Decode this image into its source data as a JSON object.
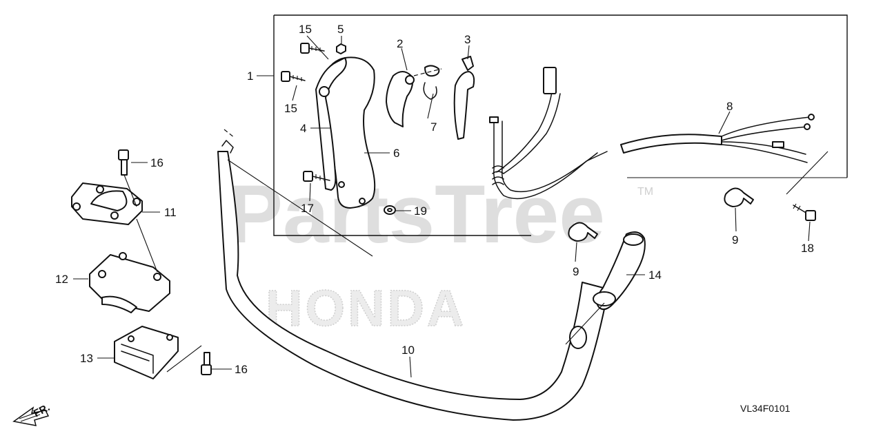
{
  "watermark": {
    "brand_text": "PartsTree",
    "trademark": "TM",
    "logo_text": "HONDA"
  },
  "diagram_code": "VL34F0101",
  "direction_indicator": "FR.",
  "callouts": {
    "c1": "1",
    "c2": "2",
    "c3": "3",
    "c4": "4",
    "c5": "5",
    "c6": "6",
    "c7": "7",
    "c8": "8",
    "c9a": "9",
    "c9b": "9",
    "c10": "10",
    "c11": "11",
    "c12": "12",
    "c13": "13",
    "c14": "14",
    "c15a": "15",
    "c15b": "15",
    "c16a": "16",
    "c16b": "16",
    "c17": "17",
    "c18": "18",
    "c19": "19"
  }
}
